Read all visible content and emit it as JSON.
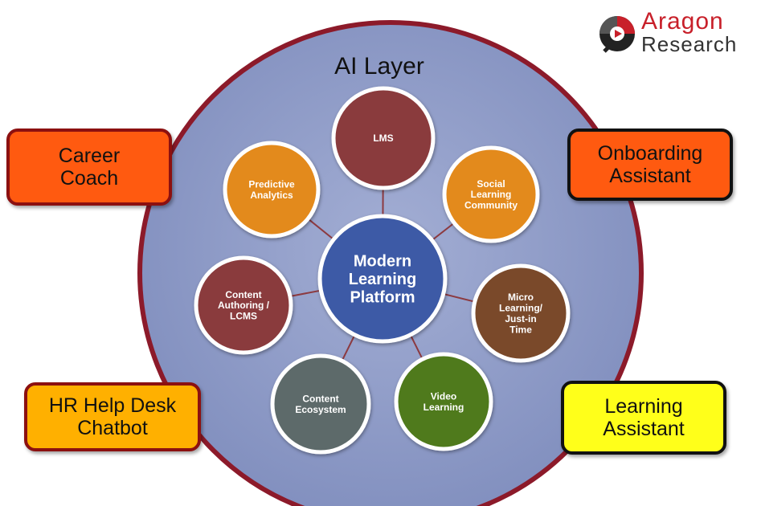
{
  "diagram": {
    "layer_title": "AI Layer",
    "center": {
      "label": "Modern\nLearning\nPlatform",
      "color": "#3e5aa6"
    },
    "nodes": [
      {
        "id": "lms",
        "label": "LMS",
        "color": "#8a3a3c"
      },
      {
        "id": "social",
        "label": "Social\nLearning\nCommunity",
        "color": "#e38a1d"
      },
      {
        "id": "micro",
        "label": "Micro\nLearning/\nJust-in\nTime",
        "color": "#7a4a2a"
      },
      {
        "id": "video",
        "label": "Video\nLearning",
        "color": "#4f7a1f"
      },
      {
        "id": "ecosystem",
        "label": "Content\nEcosystem",
        "color": "#5d6a6a"
      },
      {
        "id": "authoring",
        "label": "Content\nAuthoring /\nLCMS",
        "color": "#8a3a3c"
      },
      {
        "id": "predictive",
        "label": "Predictive\nAnalytics",
        "color": "#e38a1d"
      }
    ],
    "assistants": [
      {
        "id": "career-coach",
        "label": "Career\nCoach",
        "color": "#ff5a10"
      },
      {
        "id": "onboarding-assistant",
        "label": "Onboarding\nAssistant",
        "color": "#ff5a10"
      },
      {
        "id": "hr-help-desk-chatbot",
        "label": "HR Help Desk\nChatbot",
        "color": "#ffb000"
      },
      {
        "id": "learning-assistant",
        "label": "Learning\nAssistant",
        "color": "#ffff1a"
      }
    ],
    "big_circle_fill": "#8e9cc8",
    "big_circle_stroke": "#8c1a2a"
  },
  "logo": {
    "line1": "Aragon",
    "line2": "Research",
    "accent": "#c8202a"
  }
}
